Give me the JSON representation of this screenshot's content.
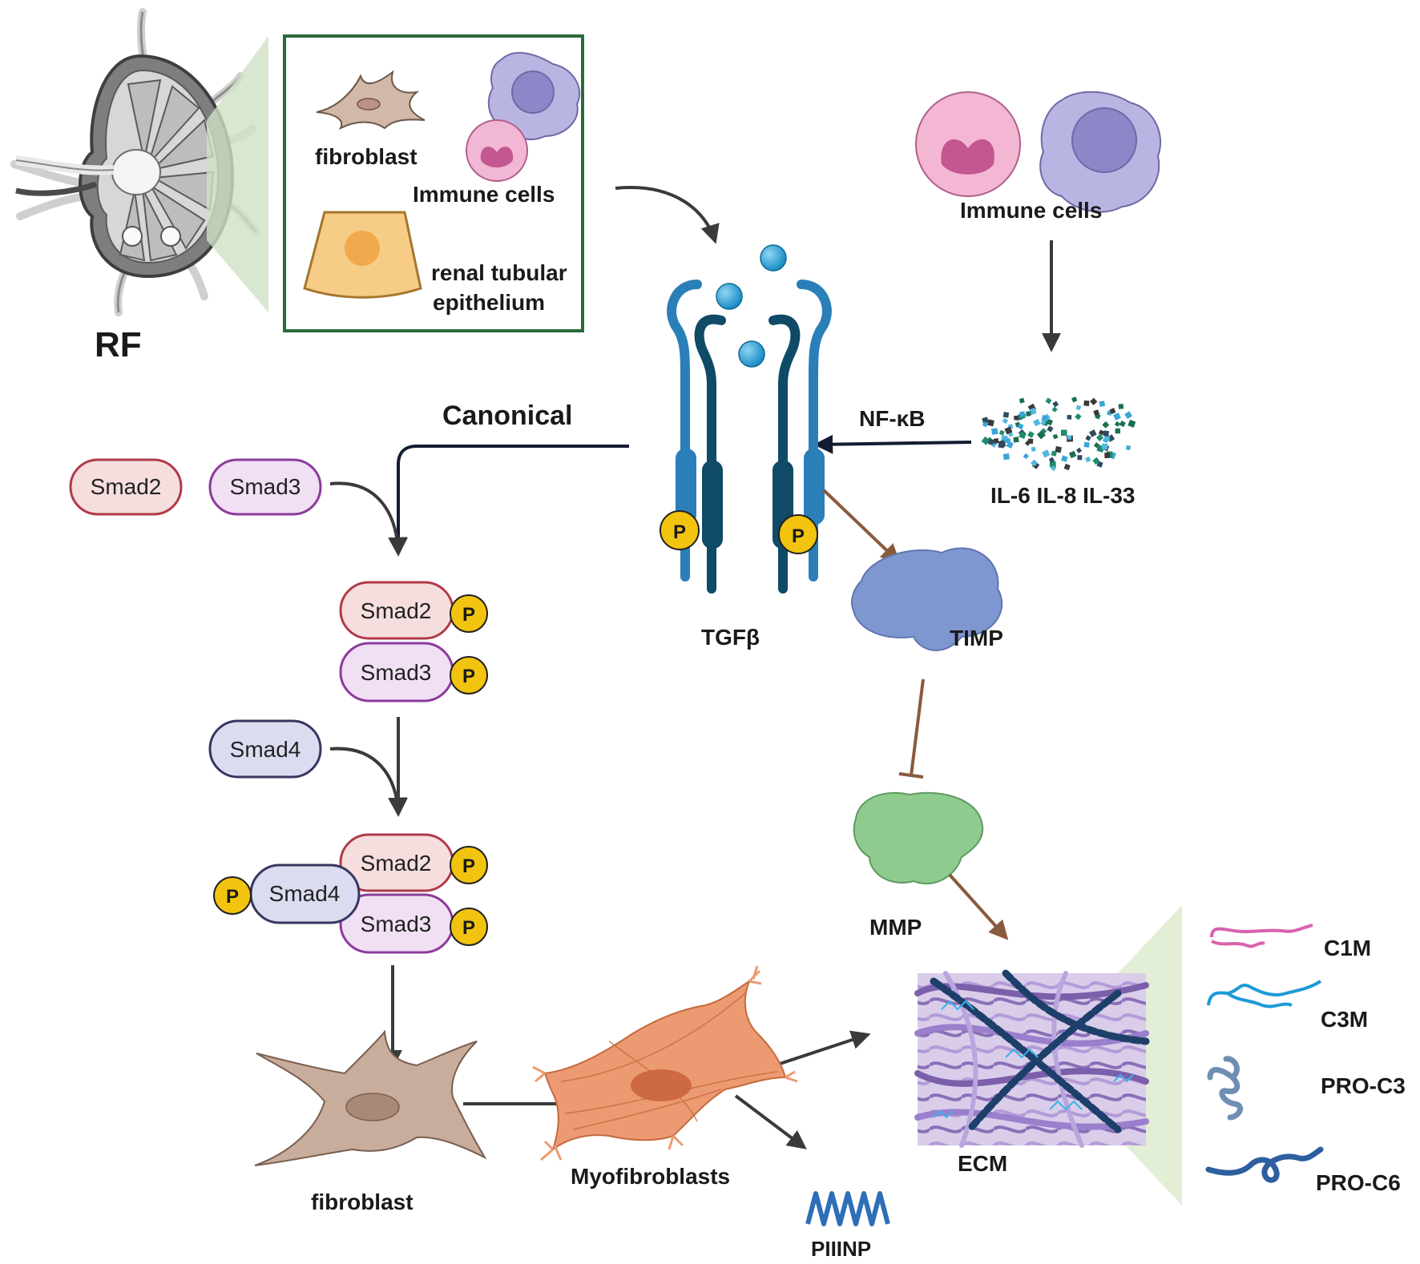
{
  "labels": {
    "rf": "RF",
    "inset_fibroblast": "fibroblast",
    "inset_immune": "Immune cells",
    "inset_renal_1": "renal tubular",
    "inset_renal_2": "epithelium",
    "immune_cells": "Immune cells",
    "cytokines": "IL-6 IL-8 IL-33",
    "nfkb": "NF-κB",
    "canonical": "Canonical",
    "tgfb": "TGFβ",
    "timp": "TIMP",
    "mmp": "MMP",
    "fibroblast": "fibroblast",
    "myofibroblasts": "Myofibroblasts",
    "piiinp": "PIIINP",
    "ecm": "ECM",
    "c1m": "C1M",
    "c3m": "C3M",
    "pro_c3": "PRO-C3",
    "pro_c6": "PRO-C6",
    "phospho": "P"
  },
  "pills": {
    "smad2": "Smad2",
    "smad3": "Smad3",
    "smad4": "Smad4"
  },
  "colors": {
    "receptor_light": "#2a7fb8",
    "receptor_dark": "#0f4a66",
    "ligand": "#2a9fd6",
    "phospho": "#f2c40f",
    "smad2_fill": "#f6dede",
    "smad2_stroke": "#b03a48",
    "smad3_fill": "#f1dff4",
    "smad3_stroke": "#8b3b9b",
    "smad4_fill": "#dcdcf1",
    "smad4_stroke": "#363660",
    "timp": "#7f97d1",
    "mmp": "#8fca8f",
    "brown_arrow": "#8a5a3c",
    "fibroblast": "#c9ad9c",
    "myofibroblast": "#ec9a72",
    "inset_border": "#2b6a3a",
    "c1m": "#d862ad",
    "c3m": "#1e9ad6",
    "pro_c3": "#6f8fb2",
    "pro_c6": "#2d5f9e"
  }
}
